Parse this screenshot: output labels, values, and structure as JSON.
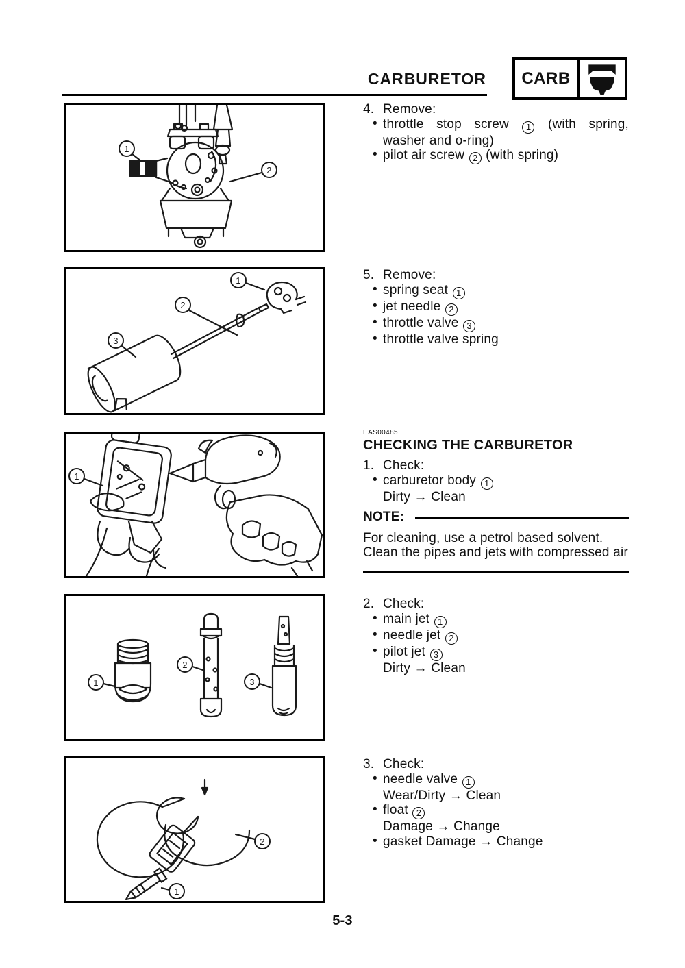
{
  "header": {
    "title": "CARBURETOR",
    "tag_label": "CARB"
  },
  "steps": {
    "remove4": {
      "label": "4.",
      "action": "Remove:",
      "items": [
        {
          "text": "throttle stop screw",
          "callout": "1",
          "suffix": "(with spring, washer and o-ring)"
        },
        {
          "text": "pilot air screw",
          "callout": "2",
          "suffix": "(with spring)"
        }
      ]
    },
    "remove5": {
      "label": "5.",
      "action": "Remove:",
      "items": [
        {
          "text": "spring seat",
          "callout": "1"
        },
        {
          "text": "jet needle",
          "callout": "2"
        },
        {
          "text": "throttle valve",
          "callout": "3"
        },
        {
          "text": "throttle valve spring"
        }
      ]
    }
  },
  "checking": {
    "code": "EAS00485",
    "heading": "CHECKING THE CARBURETOR",
    "check1": {
      "label": "1.",
      "action": "Check:",
      "items": [
        {
          "text": "carburetor body",
          "callout": "1",
          "result": "Dirty → Clean"
        }
      ]
    },
    "note": {
      "label": "NOTE:",
      "text": "For cleaning, use a petrol based solvent. Clean the pipes and jets with compressed air"
    },
    "check2": {
      "label": "2.",
      "action": "Check:",
      "items": [
        {
          "text": "main jet",
          "callout": "1"
        },
        {
          "text": "needle jet",
          "callout": "2"
        },
        {
          "text": "pilot jet",
          "callout": "3",
          "result": "Dirty → Clean"
        }
      ]
    },
    "check3": {
      "label": "3.",
      "action": "Check:",
      "items": [
        {
          "text": "needle valve",
          "callout": "1",
          "result": "Wear/Dirty → Clean"
        },
        {
          "text": "float",
          "callout": "2",
          "result": "Damage → Change"
        },
        {
          "text": "gasket Damage → Change"
        }
      ]
    }
  },
  "figures": [
    {
      "name": "carburetor-front-view",
      "callouts": [
        "1",
        "2"
      ]
    },
    {
      "name": "spring-seat-jet-needle-throttle-valve",
      "callouts": [
        "1",
        "2",
        "3"
      ]
    },
    {
      "name": "cleaning-carburetor-with-air-gun",
      "callouts": [
        "1"
      ]
    },
    {
      "name": "main-needle-pilot-jets",
      "callouts": [
        "1",
        "2",
        "3"
      ]
    },
    {
      "name": "float-and-needle-valve",
      "callouts": [
        "1",
        "2"
      ]
    }
  ],
  "footer": {
    "page_number": "5-3"
  }
}
